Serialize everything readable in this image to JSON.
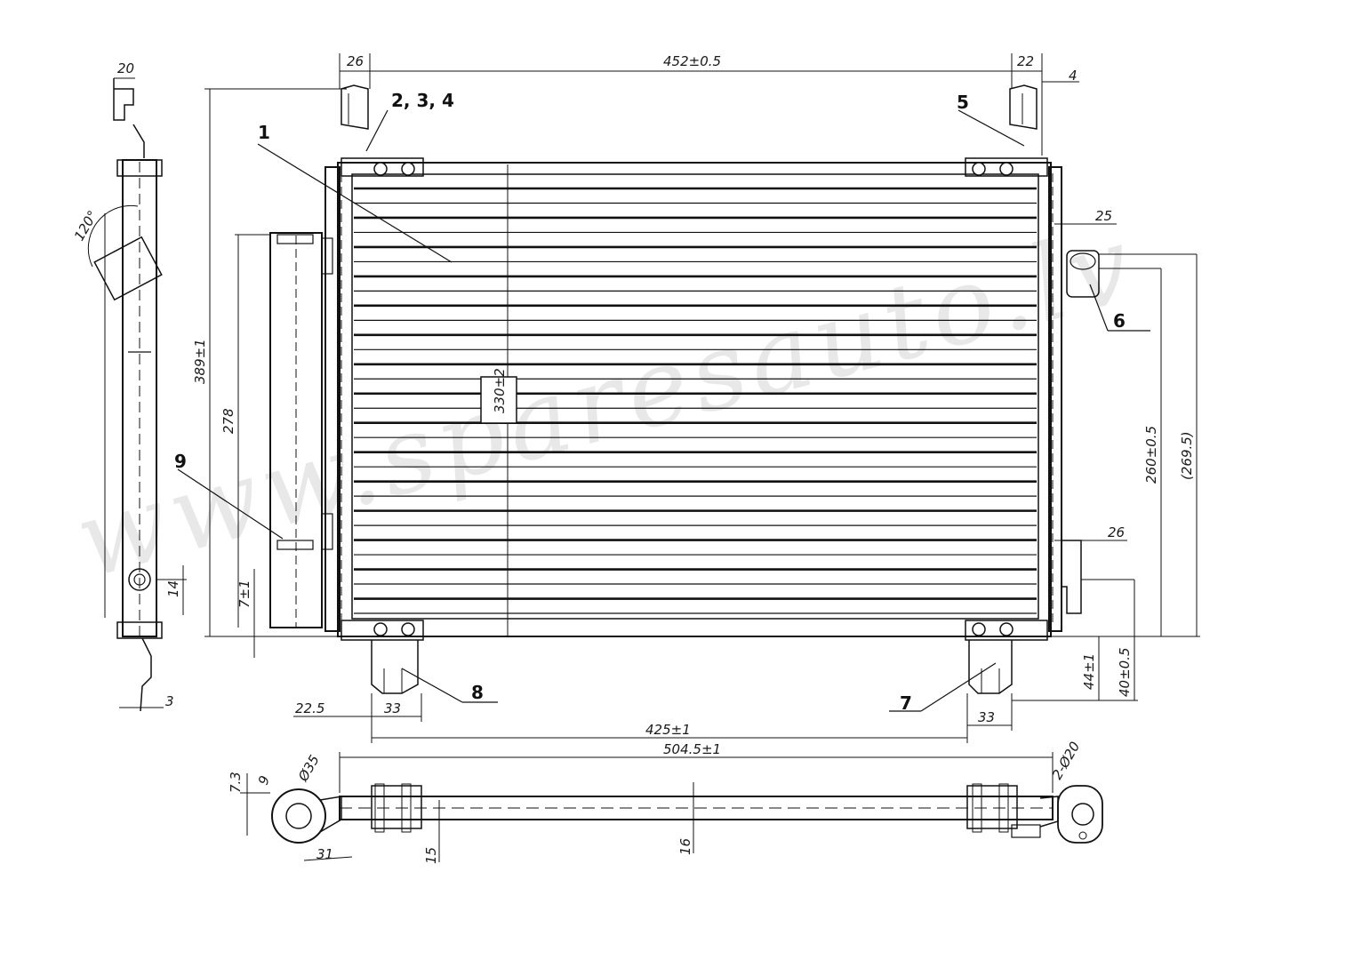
{
  "watermark": "www.sparesauto.lv",
  "dimensions": {
    "top_left_offset": "26",
    "top_width": "452±0.5",
    "top_right_offset": "22",
    "top_right_small": "4",
    "side_top_width": "20",
    "side_angle": "120°",
    "overall_height": "389±1",
    "receiver_height": "278",
    "receiver_bottom": "7±1",
    "core_height_box": "330±2",
    "right_offset_top": "25",
    "right_offset_bottom": "26",
    "right_height": "260±0.5",
    "right_height_ref": "(269.5)",
    "right_bracket_1": "44±1",
    "right_bracket_2": "40±0.5",
    "side_bottom_small": "3",
    "side_fitting": "14",
    "bottom_left_offset": "22.5",
    "bottom_left_bracket": "33",
    "bottom_span": "425±1",
    "bottom_right_bracket": "33",
    "bottom_overall": "504.5±1",
    "bottom_pipe_dia": "16",
    "bottom_fitting_15": "15",
    "bottom_fitting_31": "31",
    "bottom_left_73": "7.3",
    "bottom_left_9": "9",
    "bottom_left_dia": "Ø35",
    "bottom_right_dia": "2-Ø20"
  },
  "callouts": {
    "c1": "1",
    "c234": "2, 3, 4",
    "c5": "5",
    "c6": "6",
    "c7": "7",
    "c8": "8",
    "c9": "9"
  }
}
